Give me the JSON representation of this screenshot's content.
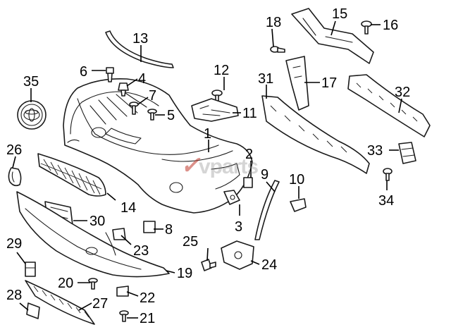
{
  "watermark": {
    "accent": "✓",
    "brand": "vparts"
  },
  "callouts": [
    {
      "id": "c1",
      "label": "1"
    },
    {
      "id": "c2",
      "label": "2"
    },
    {
      "id": "c3",
      "label": "3"
    },
    {
      "id": "c4",
      "label": "4"
    },
    {
      "id": "c5",
      "label": "5"
    },
    {
      "id": "c6",
      "label": "6"
    },
    {
      "id": "c7",
      "label": "7"
    },
    {
      "id": "c8",
      "label": "8"
    },
    {
      "id": "c9",
      "label": "9"
    },
    {
      "id": "c10",
      "label": "10"
    },
    {
      "id": "c11",
      "label": "11"
    },
    {
      "id": "c12",
      "label": "12"
    },
    {
      "id": "c13",
      "label": "13"
    },
    {
      "id": "c14",
      "label": "14"
    },
    {
      "id": "c15",
      "label": "15"
    },
    {
      "id": "c16",
      "label": "16"
    },
    {
      "id": "c17",
      "label": "17"
    },
    {
      "id": "c18",
      "label": "18"
    },
    {
      "id": "c19",
      "label": "19"
    },
    {
      "id": "c20",
      "label": "20"
    },
    {
      "id": "c21",
      "label": "21"
    },
    {
      "id": "c22",
      "label": "22"
    },
    {
      "id": "c23",
      "label": "23"
    },
    {
      "id": "c24",
      "label": "24"
    },
    {
      "id": "c25",
      "label": "25"
    },
    {
      "id": "c26",
      "label": "26"
    },
    {
      "id": "c27",
      "label": "27"
    },
    {
      "id": "c28",
      "label": "28"
    },
    {
      "id": "c29",
      "label": "29"
    },
    {
      "id": "c30",
      "label": "30"
    },
    {
      "id": "c31",
      "label": "31"
    },
    {
      "id": "c32",
      "label": "32"
    },
    {
      "id": "c33",
      "label": "33"
    },
    {
      "id": "c34",
      "label": "34"
    },
    {
      "id": "c35",
      "label": "35"
    }
  ]
}
